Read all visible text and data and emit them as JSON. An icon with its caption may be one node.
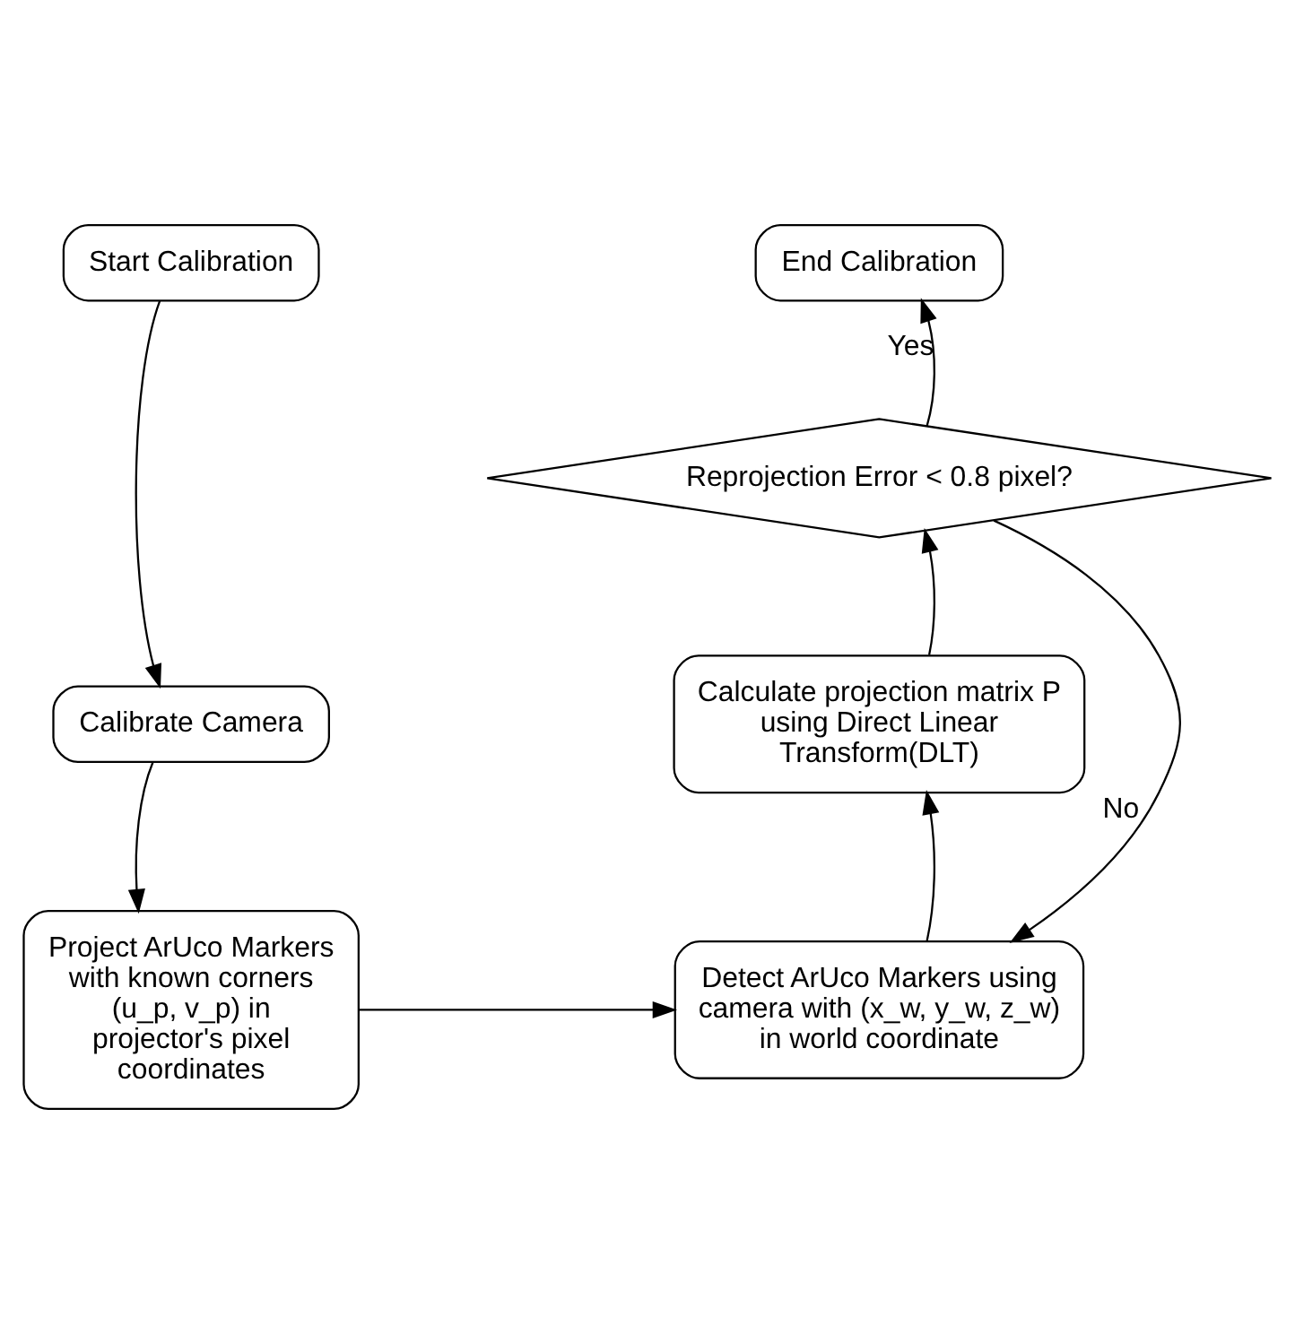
{
  "diagram": {
    "nodes": [
      {
        "text": [
          "Start Calibration"
        ]
      },
      {
        "text": [
          "End Calibration"
        ]
      },
      {
        "text": [
          "Reprojection Error < 0.8 pixel?"
        ]
      },
      {
        "text": [
          "Calibrate Camera"
        ]
      },
      {
        "text": [
          "Calculate projection matrix P using Direct Linear Transform(DLT)"
        ]
      },
      {
        "text": [
          "Project ArUco Markers with known corners (u_p, v_p) in projector's pixel coordinates"
        ]
      },
      {
        "text": [
          "Detect ArUco Markers using camera with (x_w, y_w, z_w) in world coordinate"
        ]
      }
    ],
    "edges": [
      {
        "from": 0,
        "to": 3,
        "arrow": "to"
      },
      {
        "from": 3,
        "to": 5,
        "arrow": "to"
      },
      {
        "from": 5,
        "to": 6,
        "arrow": "to"
      },
      {
        "from": 6,
        "to": 4,
        "arrow": "to"
      },
      {
        "from": 4,
        "to": 2,
        "arrow": "to"
      },
      {
        "from": 2,
        "to": 1,
        "arrow": "to",
        "label": "Yes"
      },
      {
        "from": 2,
        "to": 6,
        "arrow": "to",
        "label": "No"
      }
    ]
  }
}
